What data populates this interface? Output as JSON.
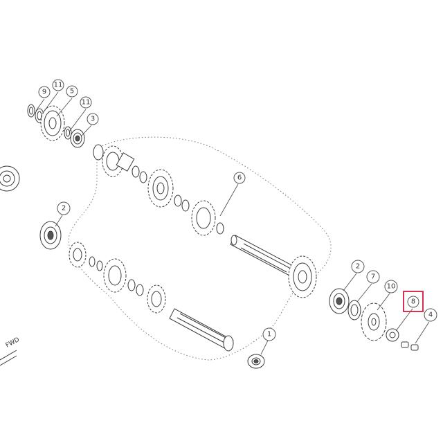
{
  "diagram": {
    "direction_label": "FWD",
    "callouts": {
      "c1": "1",
      "c2a": "2",
      "c2b": "2",
      "c3": "3",
      "c4": "4",
      "c5": "5",
      "c6": "6",
      "c7": "7",
      "c8": "8",
      "c9": "9",
      "c10": "10",
      "c11a": "11",
      "c11b": "11"
    },
    "highlighted_callout": "8",
    "highlight_color": "#d9304f"
  }
}
